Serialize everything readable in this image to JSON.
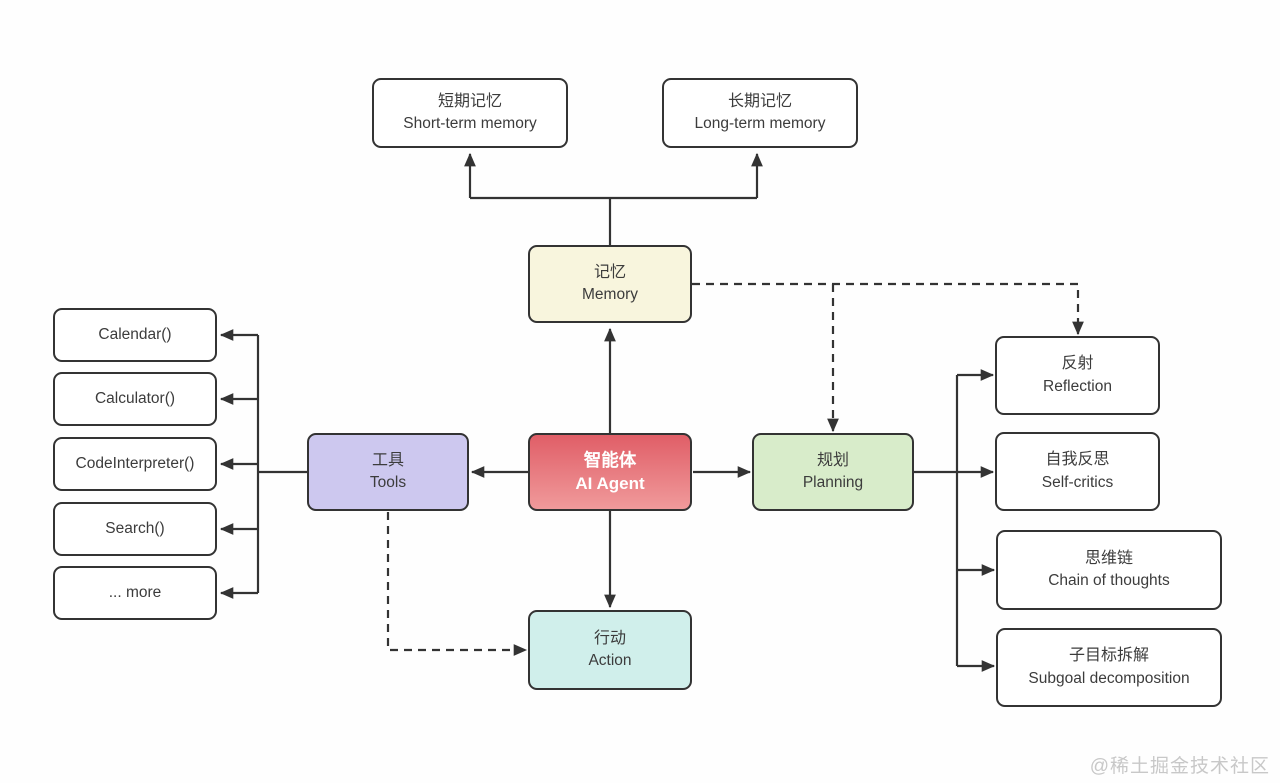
{
  "nodes": {
    "agent": {
      "zh": "智能体",
      "en": "AI Agent"
    },
    "memory": {
      "zh": "记忆",
      "en": "Memory"
    },
    "tools": {
      "zh": "工具",
      "en": "Tools"
    },
    "planning": {
      "zh": "规划",
      "en": "Planning"
    },
    "action": {
      "zh": "行动",
      "en": "Action"
    },
    "short_term": {
      "zh": "短期记忆",
      "en": "Short-term memory"
    },
    "long_term": {
      "zh": "长期记忆",
      "en": "Long-term memory"
    },
    "reflection": {
      "zh": "反射",
      "en": "Reflection"
    },
    "self_critics": {
      "zh": "自我反思",
      "en": "Self-critics"
    },
    "chain": {
      "zh": "思维链",
      "en": "Chain of thoughts"
    },
    "subgoal": {
      "zh": "子目标拆解",
      "en": "Subgoal decomposition"
    }
  },
  "tool_items": [
    "Calendar()",
    "Calculator()",
    "CodeInterpreter()",
    "Search()",
    "... more"
  ],
  "watermark": "@稀土掘金技术社区",
  "colors": {
    "canvas-bg": "#fefefe",
    "line": "#333333",
    "node-border": "#333333",
    "agent-top": "#e05e67",
    "agent-bottom": "#f09a9b",
    "memory-fill": "#f8f5dd",
    "tools-fill": "#cdc8ef",
    "planning-fill": "#d8ecca",
    "action-fill": "#d0efeb",
    "watermark": "#c8c8c8"
  }
}
